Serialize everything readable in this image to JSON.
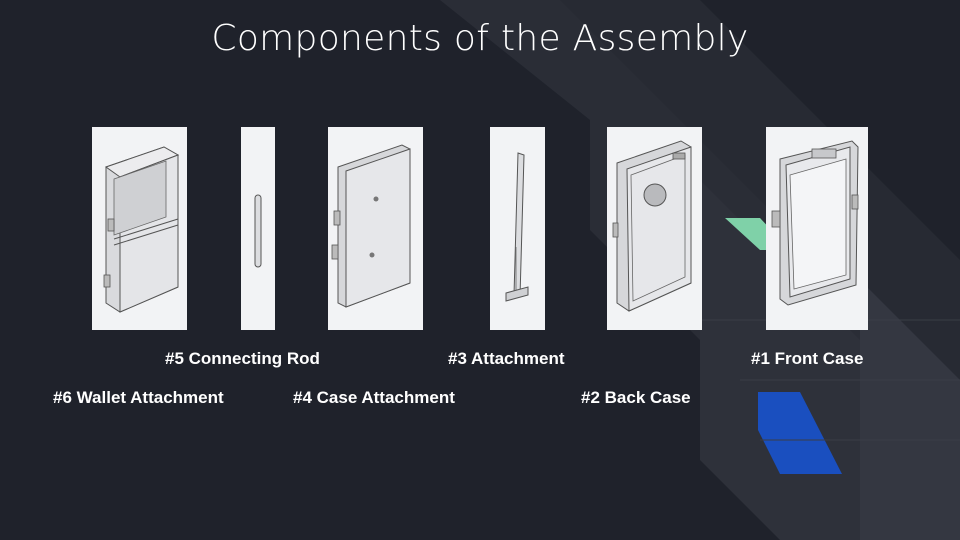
{
  "slide": {
    "title": "Components of the Assembly"
  },
  "components": [
    {
      "label": "#6 Wallet Attachment"
    },
    {
      "label": "#5 Connecting Rod"
    },
    {
      "label": "#4 Case Attachment"
    },
    {
      "label": "#3 Attachment"
    },
    {
      "label": "#2  Back Case"
    },
    {
      "label": "#1 Front Case"
    }
  ],
  "colors": {
    "background": "#1f222b",
    "accent_green": "#7fd1a8",
    "accent_blue": "#1a4fbf"
  }
}
